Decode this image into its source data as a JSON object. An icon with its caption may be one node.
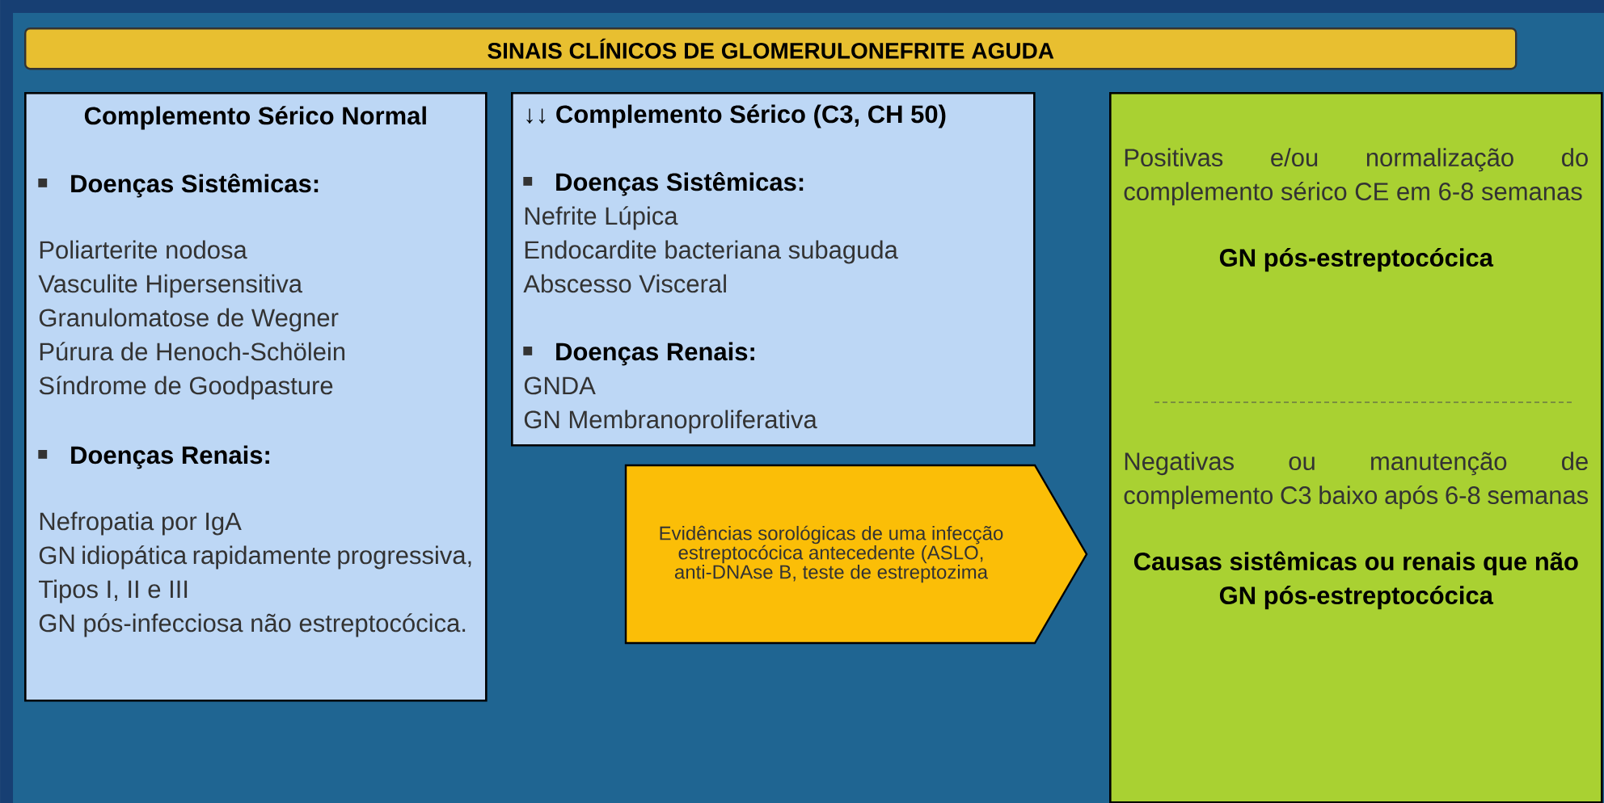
{
  "diagram": {
    "title": "SINAIS CLÍNICOS DE GLOMERULONEFRITE AGUDA",
    "nodes": [
      {
        "text": [
          "Complemento Sérico Normal",
          "Doenças Sistêmicas:",
          "Poliarterite nodosa",
          "Vasculite Hipersensitiva",
          "Granulomatose de Wegner",
          "Púrura de Henoch-Schölein",
          "Síndrome de Goodpasture",
          "Doenças Renais:",
          "Nefropatia por IgA",
          "GN idiopática rapidamente progressiva, Tipos I, II e III",
          "GN pós-infecciosa não estreptocócica."
        ]
      },
      {
        "text": [
          "↓↓ Complemento Sérico (C3, CH 50)",
          "Doenças Sistêmicas:",
          "Nefrite Lúpica",
          "Endocardite bacteriana subaguda",
          "Abscesso Visceral",
          "Doenças Renais:",
          "GNDA",
          "GN Membranoproliferativa"
        ]
      },
      {
        "text": [
          "Evidências sorológicas de uma infecção estreptocócica antecedente (ASLO, anti-DNAse B, teste de estreptozima"
        ]
      },
      {
        "text": [
          "Positivas e/ou normalização do complemento sérico CE em 6-8 semanas",
          "GN pós-estreptocócica",
          "Negativas ou manutenção de complemento C3 baixo após 6-8 semanas",
          "Causas sistêmicas ou renais que não GN pós-estreptocócica"
        ]
      }
    ]
  }
}
